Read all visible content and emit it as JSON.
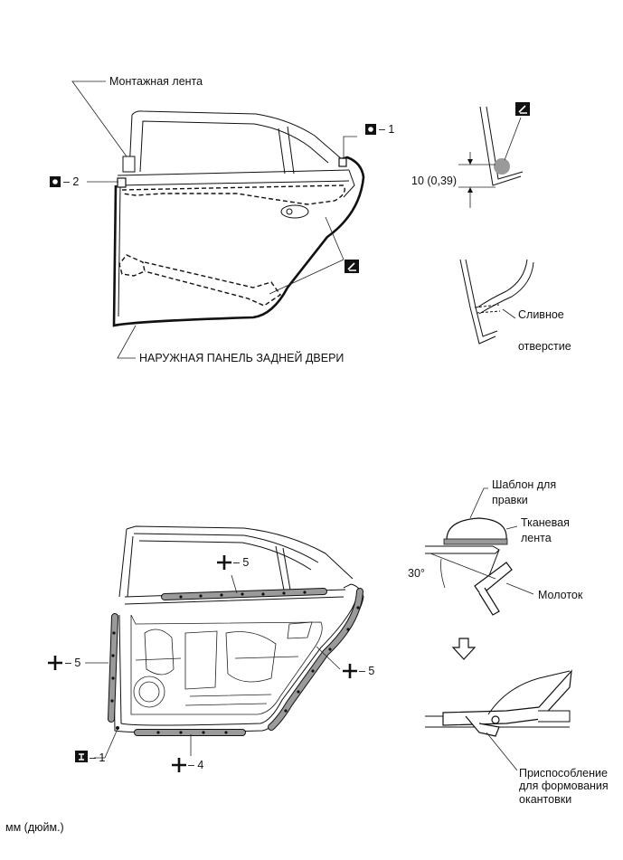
{
  "top": {
    "mount_tape_label": "Монтажная лента",
    "outer_panel_label": "НАРУЖНАЯ ПАНЕЛЬ ЗАДНЕЙ ДВЕРИ",
    "callout_1": "– 1",
    "callout_2": "– 2",
    "dimension_label": "10 (0,39)",
    "drain_hole_label_1": "Сливное",
    "drain_hole_label_2": "отверстие"
  },
  "bottom": {
    "callout_top_5": "– 5",
    "callout_left_5": "– 5",
    "callout_right_5": "– 5",
    "callout_4": "– 4",
    "callout_1": "– 1",
    "template_label_1": "Шаблон для",
    "template_label_2": "правки",
    "cloth_tape_label_1": "Тканевая",
    "cloth_tape_label_2": "лента",
    "angle_label": "30°",
    "hammer_label": "Молоток",
    "tool_label_1": "Приспособление",
    "tool_label_2": "для формования",
    "tool_label_3": "окантовки"
  },
  "units_label": "мм (дюйм.)",
  "icons": [
    "adhesive-icon",
    "rivet-o-icon",
    "rivet-i-icon",
    "plus-icon",
    "arrow-down-icon"
  ]
}
